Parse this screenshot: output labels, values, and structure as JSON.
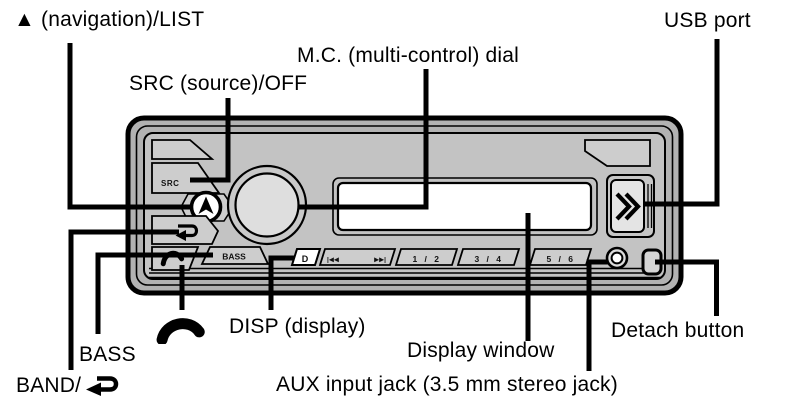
{
  "callouts": {
    "nav_list": "▲ (navigation)/LIST",
    "src": "SRC (source)/OFF",
    "mc_dial": "M.C. (multi-control) dial",
    "usb_port": "USB port",
    "disp": "DISP (display)",
    "bass": "BASS",
    "band_prefix": "BAND/",
    "display_window": "Display window",
    "aux_input": "AUX input jack (3.5 mm stereo jack)",
    "detach": "Detach button"
  },
  "faceplate": {
    "src_button": "SRC",
    "bass_button": "BASS",
    "disp_button": "D",
    "seek_back": "|◀◀",
    "seek_forward": "▶▶|",
    "preset_1_2": "1 / 2",
    "preset_3_4": "3 / 4",
    "preset_5_6": "5 / 6"
  },
  "colors": {
    "line": "#000000",
    "chassis_gray": "#b2b2b2",
    "faceplate_gray": "#c3c3c3",
    "button_gray": "#cdcdcd",
    "display_white": "#ffffff"
  }
}
